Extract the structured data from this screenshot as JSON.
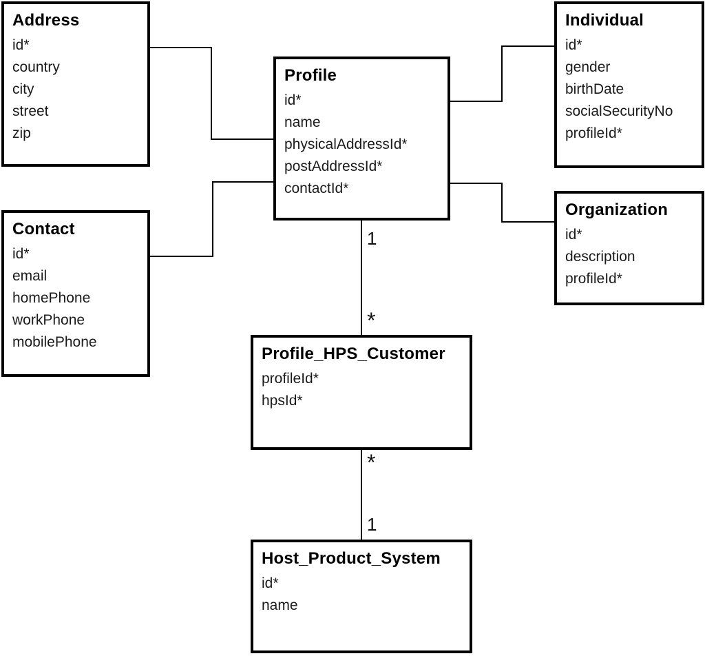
{
  "diagram": {
    "entities": {
      "address": {
        "title": "Address",
        "fields": [
          "id*",
          "country",
          "city",
          "street",
          "zip"
        ]
      },
      "contact": {
        "title": "Contact",
        "fields": [
          "id*",
          "email",
          "homePhone",
          "workPhone",
          "mobilePhone"
        ]
      },
      "profile": {
        "title": "Profile",
        "fields": [
          "id*",
          "name",
          "physicalAddressId*",
          "postAddressId*",
          "contactId*"
        ]
      },
      "individual": {
        "title": "Individual",
        "fields": [
          "id*",
          "gender",
          "birthDate",
          "socialSecurityNo",
          "profileId*"
        ]
      },
      "organization": {
        "title": "Organization",
        "fields": [
          "id*",
          "description",
          "profileId*"
        ]
      },
      "profile_hps_customer": {
        "title": "Profile_HPS_Customer",
        "fields": [
          "profileId*",
          "hpsId*"
        ]
      },
      "host_product_system": {
        "title": "Host_Product_System",
        "fields": [
          "id*",
          "name"
        ]
      }
    },
    "relationships": {
      "address_profile": {
        "from": "Address",
        "to": "Profile"
      },
      "contact_profile": {
        "from": "Contact",
        "to": "Profile"
      },
      "profile_individual": {
        "from": "Profile",
        "to": "Individual"
      },
      "profile_organization": {
        "from": "Profile",
        "to": "Organization"
      },
      "profile_phc": {
        "from": "Profile",
        "to": "Profile_HPS_Customer",
        "from_cardinality": "1",
        "to_cardinality": "*"
      },
      "phc_hps": {
        "from": "Profile_HPS_Customer",
        "to": "Host_Product_System",
        "from_cardinality": "*",
        "to_cardinality": "1"
      }
    },
    "colors": {
      "background": "#ffffff",
      "box_border": "#000000",
      "connector": "#000000",
      "title_text": "#000000",
      "field_text": "#1b1b1b"
    }
  }
}
